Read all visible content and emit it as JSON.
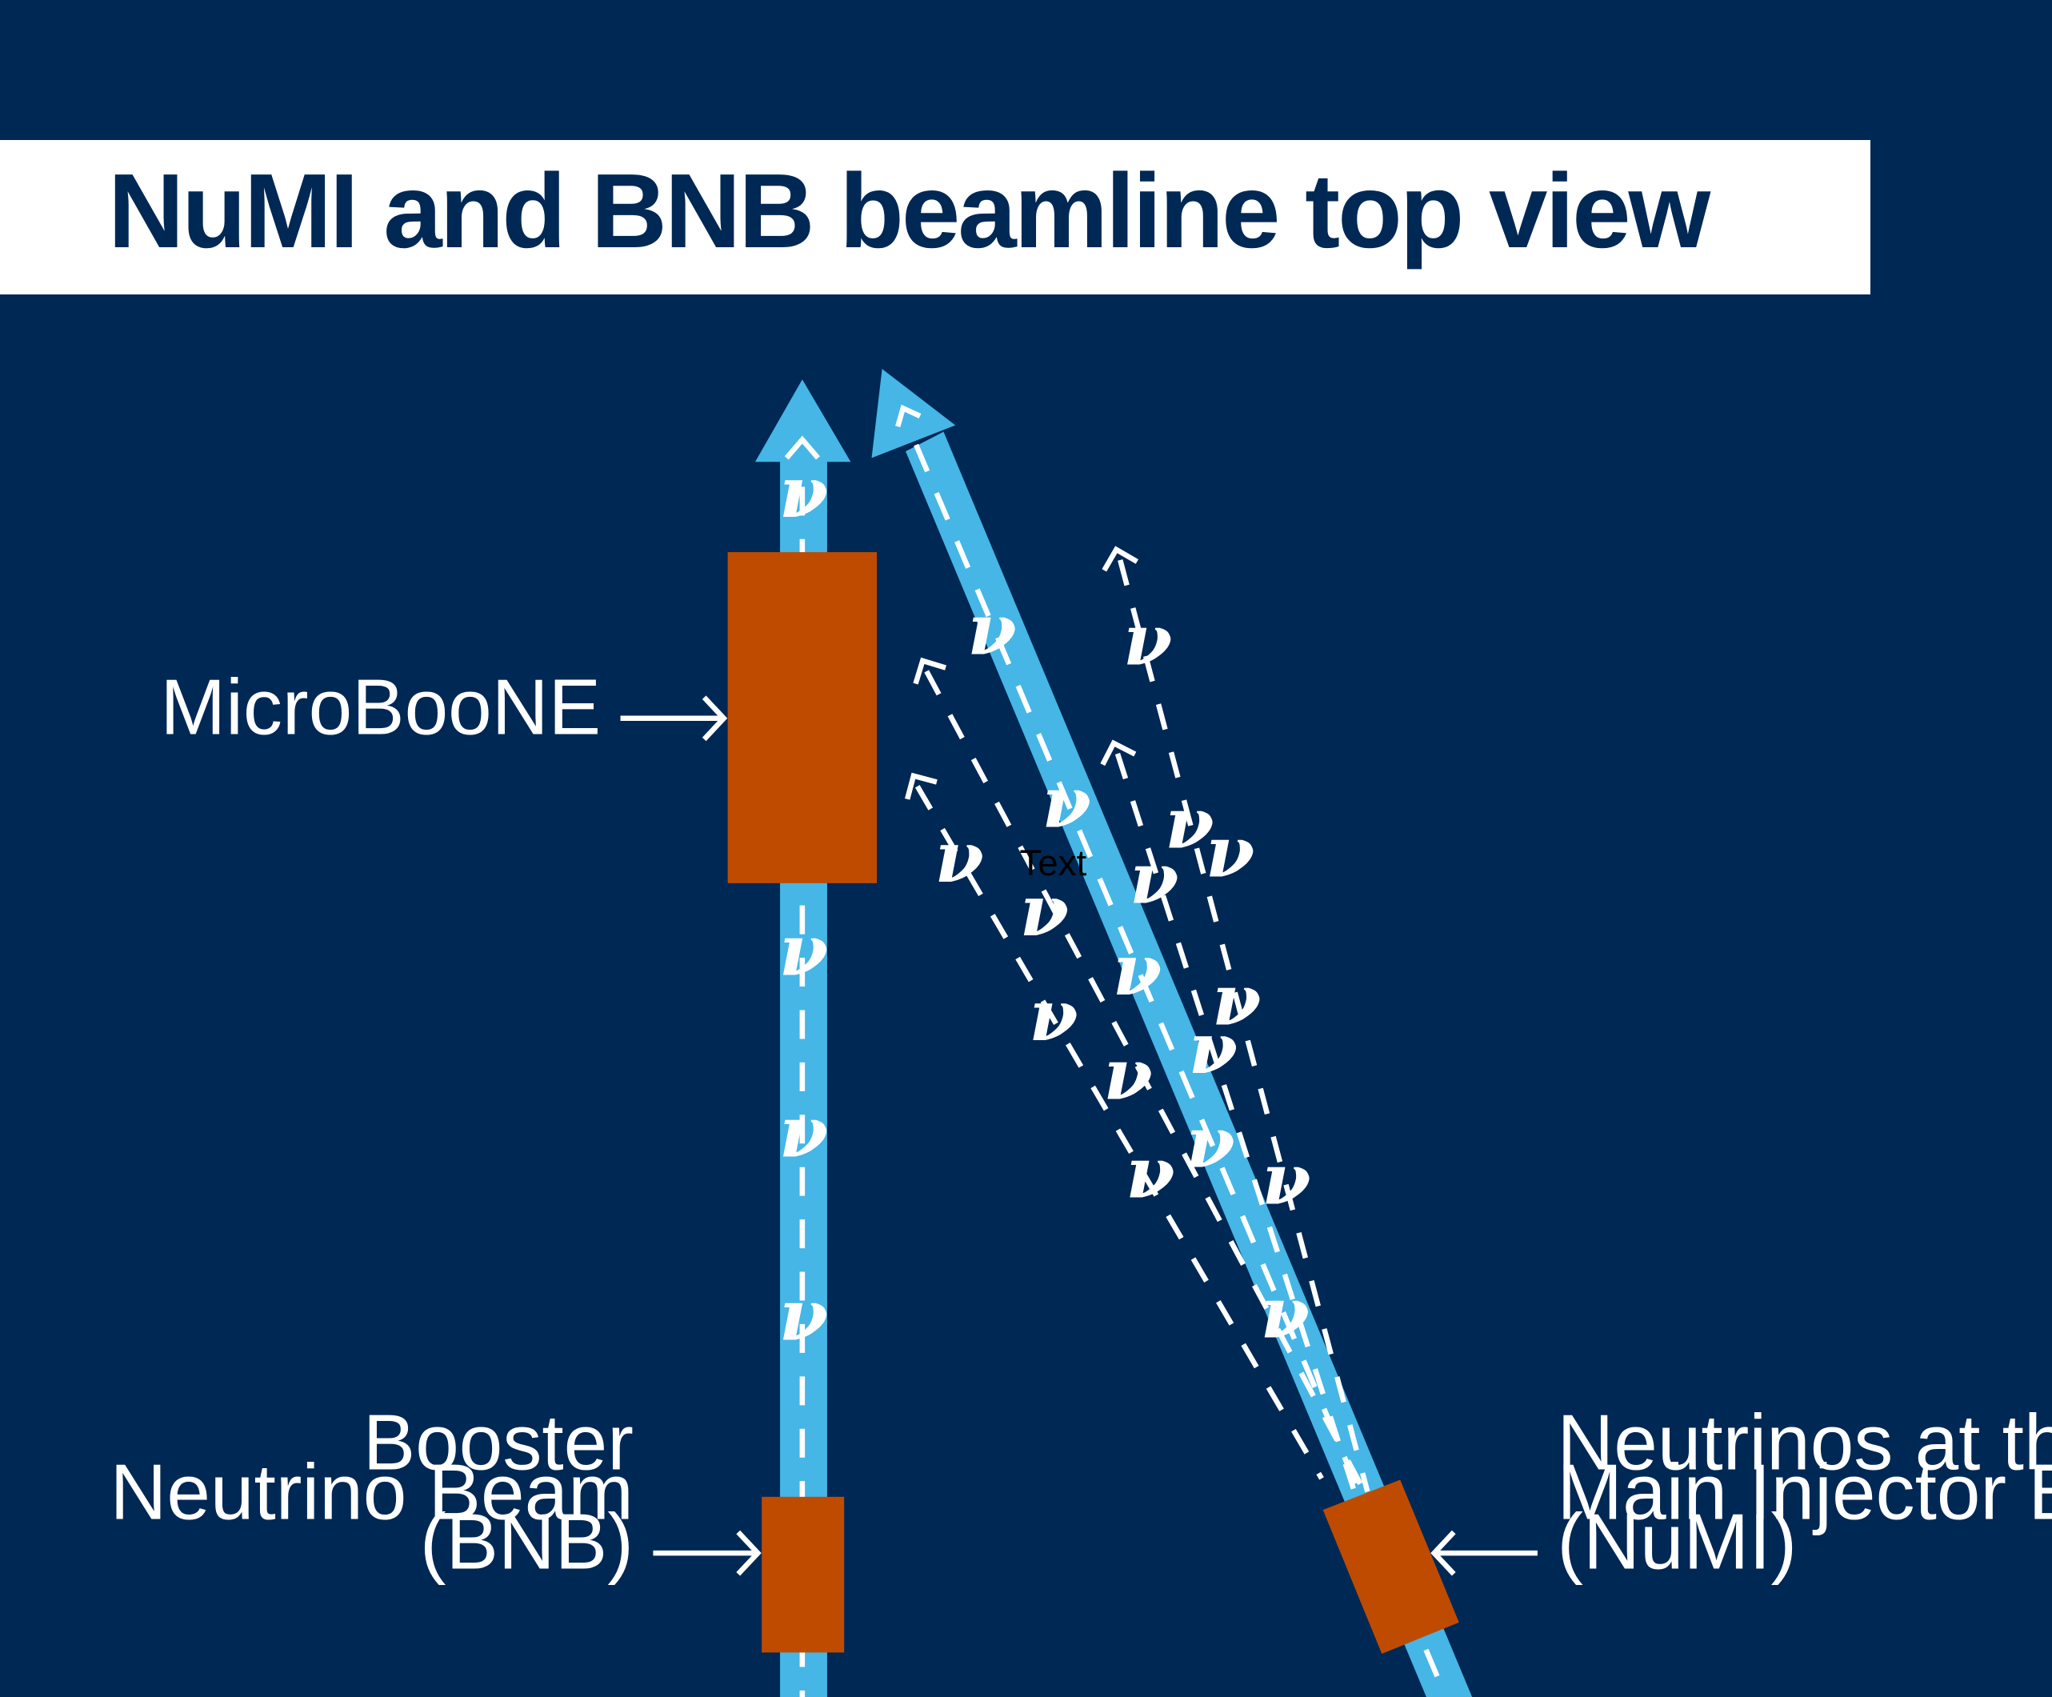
{
  "title": "NuMI and BNB beamline top view",
  "labels": {
    "microboone": "MicroBooNE",
    "bnb": [
      "Booster",
      "Neutrino Beam",
      "(BNB)"
    ],
    "numi": [
      "Neutrinos at the",
      "Main Injector Beam",
      "(NuMI)"
    ],
    "stray_text": "Text"
  },
  "neutrino_symbol": "ν",
  "colors": {
    "background": "#002855",
    "beam": "#45B6E6",
    "detector": "#BF4B00",
    "title_text": "#002855",
    "label_text": "#FFFFFF"
  }
}
